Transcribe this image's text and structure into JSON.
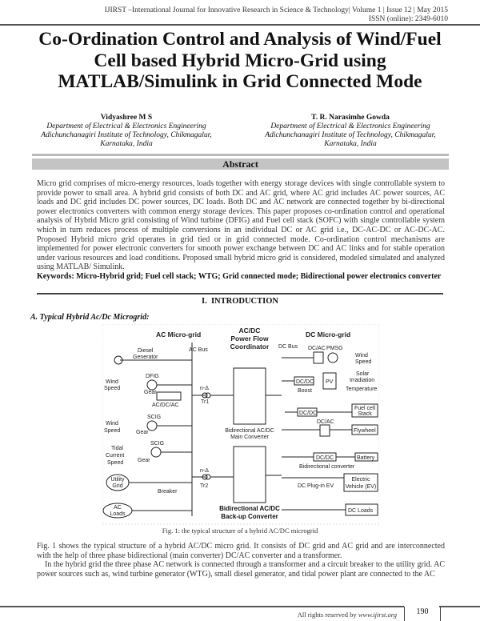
{
  "header": {
    "journal_line": "IJIRST –International Journal for Innovative Research in Science & Technology| Volume 1 | Issue 12 | May 2015",
    "issn_line": "ISSN (online): 2349-6010"
  },
  "title": {
    "line1": "Co-Ordination Control and Analysis of Wind/Fuel",
    "line2": "Cell based Hybrid Micro-Grid using",
    "line3": "MATLAB/Simulink in Grid Connected Mode"
  },
  "authors": [
    {
      "name": "Vidyashree M S",
      "dept": "Department of  Electrical & Electronics Engineering",
      "inst": "Adichunchanagiri Institute of Technology, Chikmagalur,",
      "loc": "Karnataka, India"
    },
    {
      "name": "T. R. Narasimhe Gowda",
      "dept": "Department of  Electrical & Electronics Engineering",
      "inst": "Adichunchanagiri Institute of Technology, Chikmagalur,",
      "loc": "Karnataka, India"
    }
  ],
  "abstract": {
    "heading": "Abstract",
    "text": "Micro grid comprises of micro-energy resources, loads together with energy storage devices with single controllable system to provide power to small area. A hybrid grid consists of both DC and AC grid, where AC grid includes AC power sources, AC loads and DC grid includes DC power sources, DC loads. Both DC and AC network are connected together by bi-directional power electronics converters with common energy storage devices. This paper proposes co-ordination control and operational analysis of Hybrid Micro grid consisting of Wind turbine (DFIG) and Fuel cell stack (SOFC) with single controllable system which in turn reduces process of multiple conversions in an individual DC or AC grid i.e., DC-AC-DC or AC-DC-AC. Proposed Hybrid micro grid operates in grid tied or in grid connected mode. Co-ordination control mechanisms are implemented for power electronic converters for smooth power exchange between DC and AC links and for stable operation under various resources and load conditions. Proposed small hybrid micro grid is considered, modeled simulated and analyzed using MATLAB/ Simulink.",
    "keywords": "Keywords: Micro-Hybrid grid; Fuel cell stack; WTG; Grid connected mode; Bidirectional power electronics converter"
  },
  "section": {
    "number": "I.",
    "title": "INTRODUCTION"
  },
  "subsection": "A.   Typical Hybrid Ac/Dc Microgrid:",
  "figure": {
    "caption": "Fig. 1: the typical structure of a hybrid AC/DC microgrid",
    "labels": {
      "ac_title": "AC Micro-grid",
      "diesel1": "Diesel",
      "diesel2": "Generator",
      "ac_bus": "AC Bus",
      "dfig": "DFIG",
      "wind": "Wind",
      "speed": "Speed",
      "gear": "Gear",
      "acdcac": "AC/DC/AC",
      "tr_ratio": "n-Δ",
      "tr1": "Tr1",
      "tr2": "Tr2",
      "coord1": "AC/DC",
      "coord2": "Power Flow",
      "coord3": "Coordinator",
      "main1": "Bidirectional AC/DC",
      "main2": "Main Converter",
      "backup1": "Bidirectional AC/DC",
      "backup2": "Back-up Converter",
      "scig": "SCIG",
      "tidal": "Tidal",
      "current": "Current",
      "utility1": "Utility",
      "utility2": "Grid",
      "breaker": "Breaker",
      "acloads1": "AC",
      "acloads2": "Loads",
      "dc_title": "DC Micro-grid",
      "dc_bus": "DC Bus",
      "dcac": "DC/AC",
      "pmsg": "PMSG",
      "dcdc": "DC/DC",
      "boost": "Boost",
      "pv": "PV",
      "solar": "Solar",
      "irradiation": "Irradiation",
      "temperature": "Temperature",
      "fuel1": "Fuel cell",
      "fuel2": "Stack",
      "flywheel": "Flywheel",
      "battery": "Battery",
      "bidir": "Bidirectional converter",
      "ev_plug": "DC Plug-in EV",
      "ev1": "Electric",
      "ev2": "Vehicle (EV)",
      "dcloads": "DC Loads"
    }
  },
  "body": {
    "p1": "Fig. 1 shows the typical structure of a hybrid AC/DC micro grid. It consists of DC grid and AC grid and are interconnected with the help of three phase bidirectional (main converter) DC/AC converter and a transformer.",
    "p2": "In the hybrid grid the three phase AC network is connected through a transformer and a circuit breaker to the utility grid. AC power sources such as, wind turbine generator (WTG), small diesel generator, and tidal power plant are connected to the AC"
  },
  "footer": {
    "rights": "All rights reserved by ",
    "site": "www.ijirst.org",
    "page": "190"
  }
}
